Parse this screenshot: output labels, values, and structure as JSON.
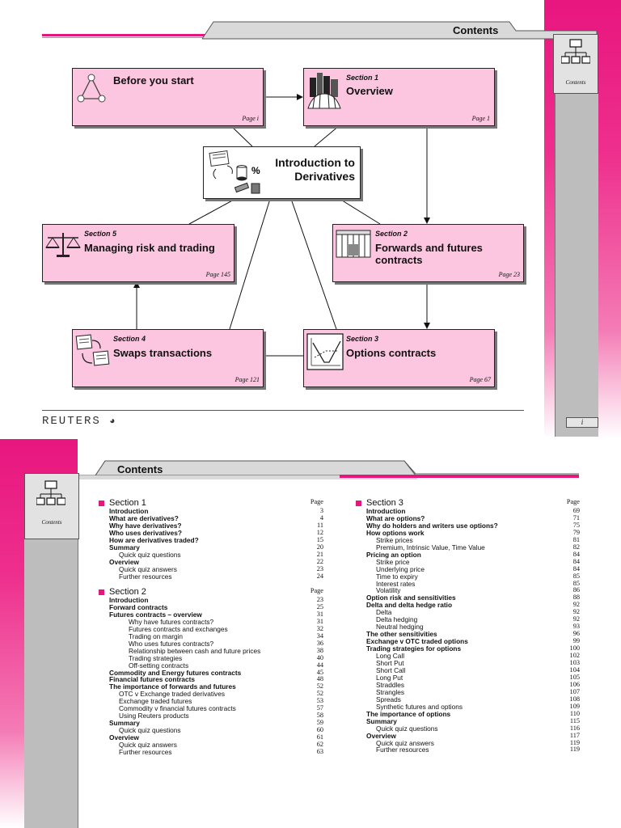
{
  "page1": {
    "header_title": "Contents",
    "side_icon_label": "Contents",
    "center": {
      "line1": "Introduction to",
      "line2": "Derivatives"
    },
    "boxes": {
      "before": {
        "title": "Before you start",
        "page": "Page i"
      },
      "overview": {
        "section": "Section 1",
        "title": "Overview",
        "page": "Page 1"
      },
      "forwards": {
        "section": "Section 2",
        "title1": "Forwards and futures",
        "title2": "contracts",
        "page": "Page 23"
      },
      "options": {
        "section": "Section 3",
        "title": "Options contracts",
        "page": "Page 67"
      },
      "swaps": {
        "section": "Section 4",
        "title": "Swaps transactions",
        "page": "Page 121"
      },
      "managing": {
        "section": "Section 5",
        "title": "Managing risk and trading",
        "page": "Page 145"
      }
    },
    "logo_text": "REUTERS",
    "page_number": "i"
  },
  "page2": {
    "header_title": "Contents",
    "side_icon_label": "Contents",
    "page_label": "Page",
    "section1": {
      "title": "Section 1",
      "rows": [
        {
          "text": "Introduction",
          "page": "3",
          "level": 1
        },
        {
          "text": "What are derivatives?",
          "page": "4",
          "level": 1
        },
        {
          "text": "Why have derivatives?",
          "page": "11",
          "level": 1
        },
        {
          "text": "Who uses derivatives?",
          "page": "12",
          "level": 1
        },
        {
          "text": "How are derivatives traded?",
          "page": "15",
          "level": 1
        },
        {
          "text": "Summary",
          "page": "20",
          "level": 1
        },
        {
          "text": "Quick quiz questions",
          "page": "21",
          "level": 2
        },
        {
          "text": "Overview",
          "page": "22",
          "level": 1
        },
        {
          "text": "Quick quiz answers",
          "page": "23",
          "level": 2
        },
        {
          "text": "Further resources",
          "page": "24",
          "level": 2
        }
      ]
    },
    "section2": {
      "title": "Section 2",
      "rows": [
        {
          "text": "Introduction",
          "page": "23",
          "level": 1
        },
        {
          "text": "Forward contracts",
          "page": "25",
          "level": 1
        },
        {
          "text": "Futures contracts – overview",
          "page": "31",
          "level": 1
        },
        {
          "text": "Why have futures contracts?",
          "page": "31",
          "level": 3
        },
        {
          "text": "Futures contracts and exchanges",
          "page": "32",
          "level": 3
        },
        {
          "text": "Trading on margin",
          "page": "34",
          "level": 3
        },
        {
          "text": "Who uses futures contracts?",
          "page": "36",
          "level": 3
        },
        {
          "text": "Relationship between cash and future prices",
          "page": "38",
          "level": 3
        },
        {
          "text": "Trading strategies",
          "page": "40",
          "level": 3
        },
        {
          "text": "Off-setting contracts",
          "page": "44",
          "level": 3
        },
        {
          "text": "Commodity and Energy futures contracts",
          "page": "45",
          "level": 1
        },
        {
          "text": "Financial futures contracts",
          "page": "48",
          "level": 1
        },
        {
          "text": "The importance of forwards and futures",
          "page": "52",
          "level": 1
        },
        {
          "text": "OTC v Exchange traded derivatives",
          "page": "52",
          "level": 2
        },
        {
          "text": "Exchange traded futures",
          "page": "53",
          "level": 2
        },
        {
          "text": "Commodity v financial futures contracts",
          "page": "57",
          "level": 2
        },
        {
          "text": "Using Reuters products",
          "page": "58",
          "level": 2
        },
        {
          "text": "Summary",
          "page": "59",
          "level": 1
        },
        {
          "text": "Quick quiz questions",
          "page": "60",
          "level": 2
        },
        {
          "text": "Overview",
          "page": "61",
          "level": 1
        },
        {
          "text": "Quick quiz answers",
          "page": "62",
          "level": 2
        },
        {
          "text": "Further resources",
          "page": "63",
          "level": 2
        }
      ]
    },
    "section3": {
      "title": "Section 3",
      "rows": [
        {
          "text": "Introduction",
          "page": "69",
          "level": 1
        },
        {
          "text": "What are options?",
          "page": "71",
          "level": 1
        },
        {
          "text": "Why do holders and writers use options?",
          "page": "75",
          "level": 1
        },
        {
          "text": "How options work",
          "page": "79",
          "level": 1
        },
        {
          "text": "Strike prices",
          "page": "81",
          "level": 2
        },
        {
          "text": "Premium, Intrinsic Value, Time Value",
          "page": "82",
          "level": 2
        },
        {
          "text": "Pricing an option",
          "page": "84",
          "level": 1
        },
        {
          "text": "Strike price",
          "page": "84",
          "level": 2
        },
        {
          "text": "Underlying price",
          "page": "84",
          "level": 2
        },
        {
          "text": "Time to expiry",
          "page": "85",
          "level": 2
        },
        {
          "text": "Interest rates",
          "page": "85",
          "level": 2
        },
        {
          "text": "Volatility",
          "page": "86",
          "level": 2
        },
        {
          "text": "Option risk and sensitivities",
          "page": "88",
          "level": 1
        },
        {
          "text": "Delta and delta hedge ratio",
          "page": "92",
          "level": 1
        },
        {
          "text": "Delta",
          "page": "92",
          "level": 2
        },
        {
          "text": "Delta hedging",
          "page": "92",
          "level": 2
        },
        {
          "text": "Neutral hedging",
          "page": "93",
          "level": 2
        },
        {
          "text": "The other sensitivities",
          "page": "96",
          "level": 1
        },
        {
          "text": "Exchange v OTC traded options",
          "page": "99",
          "level": 1
        },
        {
          "text": "Trading strategies for options",
          "page": "100",
          "level": 1
        },
        {
          "text": "Long Call",
          "page": "102",
          "level": 2
        },
        {
          "text": "Short Put",
          "page": "103",
          "level": 2
        },
        {
          "text": "Short Call",
          "page": "104",
          "level": 2
        },
        {
          "text": "Long Put",
          "page": "105",
          "level": 2
        },
        {
          "text": "Straddles",
          "page": "106",
          "level": 2
        },
        {
          "text": "Strangles",
          "page": "107",
          "level": 2
        },
        {
          "text": "Spreads",
          "page": "108",
          "level": 2
        },
        {
          "text": "Synthetic futures and options",
          "page": "109",
          "level": 2
        },
        {
          "text": "The importance of options",
          "page": "110",
          "level": 1
        },
        {
          "text": "Summary",
          "page": "115",
          "level": 1
        },
        {
          "text": "Quick quiz questions",
          "page": "116",
          "level": 2
        },
        {
          "text": "Overview",
          "page": "117",
          "level": 1
        },
        {
          "text": "Quick quiz answers",
          "page": "119",
          "level": 2
        },
        {
          "text": "Further resources",
          "page": "119",
          "level": 2
        }
      ]
    }
  }
}
